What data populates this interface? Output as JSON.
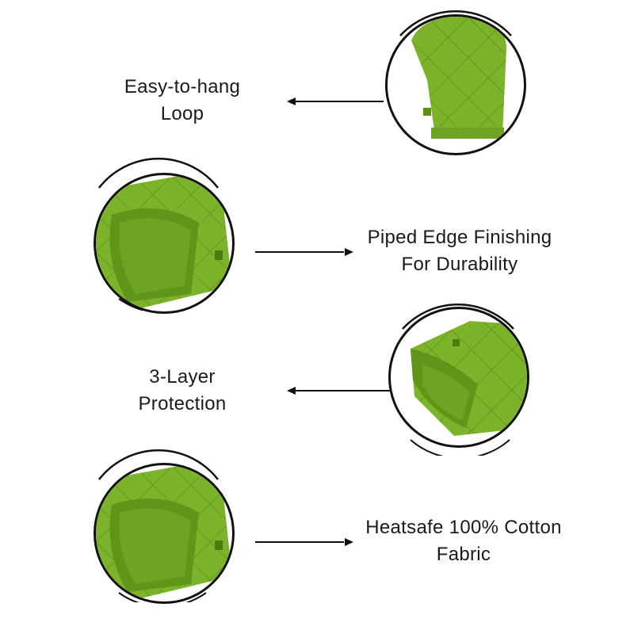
{
  "colors": {
    "mitt_green": "#7cb32a",
    "mitt_dark": "#5d8f17",
    "outline": "#111111",
    "text": "#1a1a1a",
    "background": "#ffffff"
  },
  "features": [
    {
      "line1": "Easy-to-hang",
      "line2": "Loop",
      "image": "green-mitt-cuff-with-loop"
    },
    {
      "line1": "Piped Edge Finishing",
      "line2": "For Durability",
      "image": "green-mitt-pocket-with-piped-edge"
    },
    {
      "line1": "3-Layer",
      "line2": "Protection",
      "image": "green-mitt-inside-layers"
    },
    {
      "line1": "Heatsafe 100% Cotton",
      "line2": "Fabric",
      "image": "green-mitt-cotton-fabric"
    }
  ]
}
